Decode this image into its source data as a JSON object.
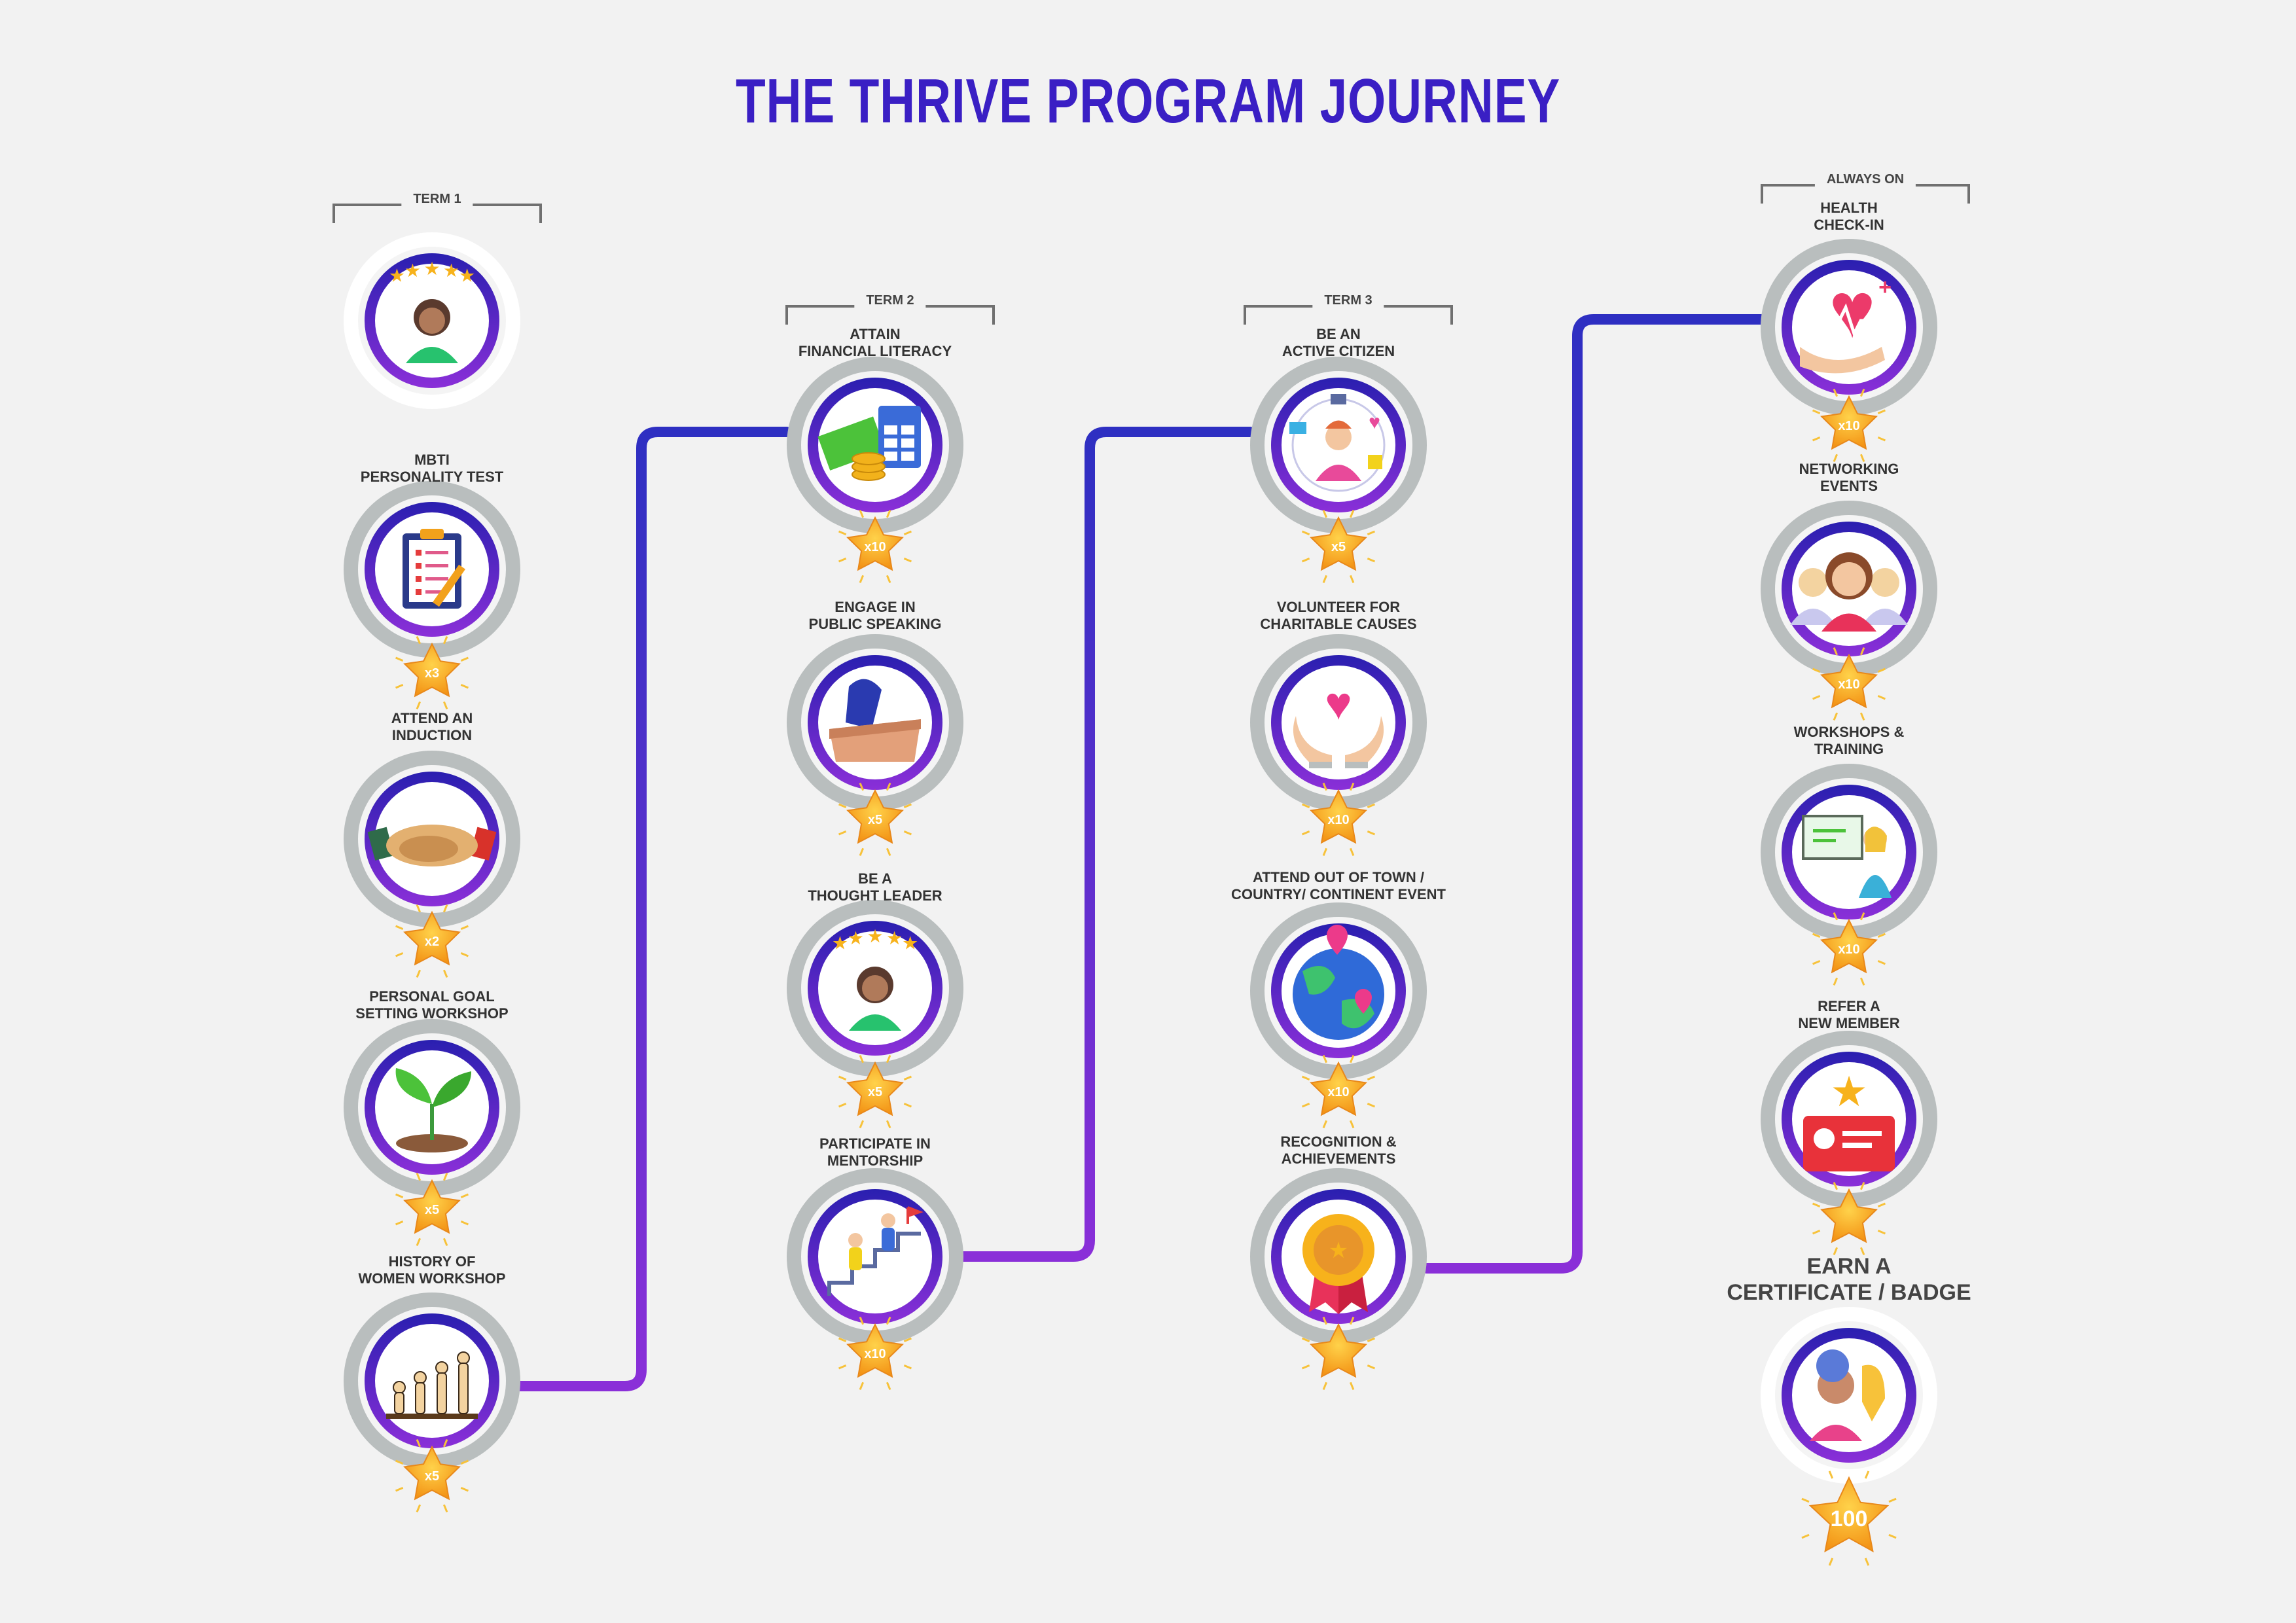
{
  "title": "THE THRIVE PROGRAM JOURNEY",
  "colors": {
    "title": "#3a1fc4",
    "connector_top": "#2e2fc2",
    "connector_bottom": "#8a2fd8",
    "ring_outer": "#b9bebe",
    "ring_accent": "#2a1fb0",
    "star": "#f7a21b"
  },
  "columns": [
    {
      "header": "TERM 1",
      "steps": [
        {
          "label": "",
          "icon": "woman-stars-icon",
          "badge": ""
        },
        {
          "label": "MBTI\nPERSONALITY TEST",
          "icon": "clipboard-checklist-icon",
          "badge": "x3"
        },
        {
          "label": "ATTEND AN\nINDUCTION",
          "icon": "handshake-icon",
          "badge": "x2"
        },
        {
          "label": "PERSONAL GOAL\nSETTING WORKSHOP",
          "icon": "sprout-icon",
          "badge": "x5"
        },
        {
          "label": "HISTORY OF\nWOMEN WORKSHOP",
          "icon": "evolution-icon",
          "badge": "x5"
        }
      ]
    },
    {
      "header": "TERM 2",
      "steps": [
        {
          "label": "ATTAIN\nFINANCIAL LITERACY",
          "icon": "money-calculator-icon",
          "badge": "x10"
        },
        {
          "label": "ENGAGE IN\nPUBLIC SPEAKING",
          "icon": "podium-speaker-icon",
          "badge": "x5"
        },
        {
          "label": "BE A\nTHOUGHT LEADER",
          "icon": "woman-stars-icon",
          "badge": "x5"
        },
        {
          "label": "PARTICIPATE IN\nMENTORSHIP",
          "icon": "mentorship-stairs-icon",
          "badge": "x10"
        }
      ]
    },
    {
      "header": "TERM 3",
      "steps": [
        {
          "label": "BE AN\nACTIVE CITIZEN",
          "icon": "citizen-network-icon",
          "badge": "x5"
        },
        {
          "label": "VOLUNTEER FOR\nCHARITABLE CAUSES",
          "icon": "hands-heart-icon",
          "badge": "x10"
        },
        {
          "label": "ATTEND OUT OF TOWN /\nCOUNTRY/ CONTINENT EVENT",
          "icon": "globe-pins-icon",
          "badge": "x10"
        },
        {
          "label": "RECOGNITION &\nACHIEVEMENTS",
          "icon": "medal-icon",
          "badge": ""
        }
      ]
    },
    {
      "header": "ALWAYS ON",
      "steps": [
        {
          "label": "HEALTH\nCHECK-IN",
          "icon": "heart-hand-icon",
          "badge": "x10"
        },
        {
          "label": "NETWORKING\nEVENTS",
          "icon": "group-people-icon",
          "badge": "x10"
        },
        {
          "label": "WORKSHOPS &\nTRAINING",
          "icon": "presenter-board-icon",
          "badge": "x10"
        },
        {
          "label": "REFER A\nNEW MEMBER",
          "icon": "member-card-icon",
          "badge": ""
        },
        {
          "label": "EARN A\nCERTIFICATE / BADGE",
          "icon": "certificate-woman-icon",
          "badge": "100"
        }
      ]
    }
  ]
}
